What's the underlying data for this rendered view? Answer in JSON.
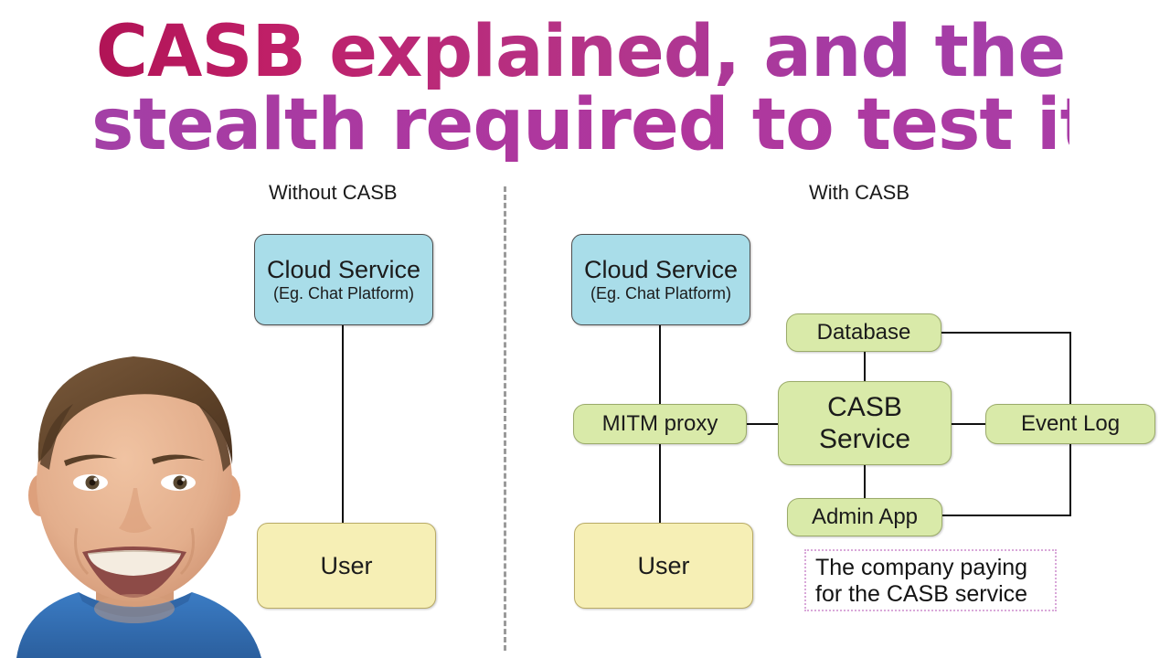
{
  "title": {
    "line1": "CASB explained, and the",
    "line2": "stealth required to test it",
    "gradient_start": "#b01355",
    "gradient_end": "#a63fa8"
  },
  "columns": {
    "left_heading": "Without CASB",
    "right_heading": "With CASB"
  },
  "colors": {
    "cloud_fill": "#a9dde9",
    "cloud_border": "#4e4e4e",
    "user_fill": "#f6efb5",
    "user_border": "#b9ab66",
    "green_fill": "#d9eaa9",
    "green_border": "#9bab6a",
    "annotation_border": "#d9a8d9",
    "divider": "#9a9a9a",
    "edge": "#101010"
  },
  "diagram_without_casb": {
    "nodes": [
      {
        "id": "cloud-left",
        "label_line1": "Cloud Service",
        "label_line2": "(Eg. Chat Platform)",
        "kind": "cloud"
      },
      {
        "id": "user-left",
        "label_line1": "User",
        "kind": "user"
      }
    ],
    "edges": [
      {
        "from": "cloud-left",
        "to": "user-left"
      }
    ]
  },
  "diagram_with_casb": {
    "nodes": [
      {
        "id": "cloud-right",
        "label_line1": "Cloud Service",
        "label_line2": "(Eg. Chat Platform)",
        "kind": "cloud"
      },
      {
        "id": "mitm-proxy",
        "label_line1": "MITM proxy",
        "kind": "green-pill"
      },
      {
        "id": "user-right",
        "label_line1": "User",
        "kind": "user"
      },
      {
        "id": "database",
        "label_line1": "Database",
        "kind": "green-pill"
      },
      {
        "id": "casb-service",
        "label_line1": "CASB",
        "label_line2": "Service",
        "kind": "green-big"
      },
      {
        "id": "event-log",
        "label_line1": "Event Log",
        "kind": "green-pill"
      },
      {
        "id": "admin-app",
        "label_line1": "Admin App",
        "kind": "green-pill"
      }
    ],
    "edges": [
      {
        "from": "cloud-right",
        "to": "mitm-proxy"
      },
      {
        "from": "mitm-proxy",
        "to": "user-right"
      },
      {
        "from": "mitm-proxy",
        "to": "casb-service"
      },
      {
        "from": "database",
        "to": "casb-service"
      },
      {
        "from": "casb-service",
        "to": "event-log"
      },
      {
        "from": "casb-service",
        "to": "admin-app"
      },
      {
        "from": "database",
        "to": "event-log"
      },
      {
        "from": "admin-app",
        "to": "event-log"
      }
    ],
    "annotation": {
      "line1": "The company paying",
      "line2": "for the CASB service"
    }
  },
  "presenter": {
    "description": "smiling-man-webcam-overlay",
    "shirt_color": "#2f6fb5",
    "hair_color": "#6a4b32",
    "skin_color": "#e8b898"
  }
}
